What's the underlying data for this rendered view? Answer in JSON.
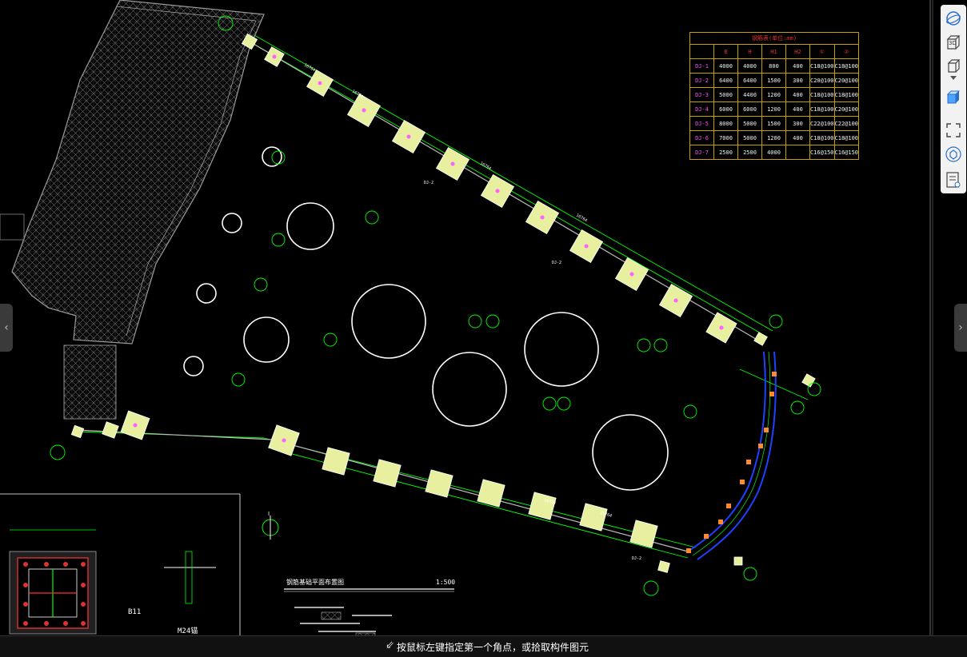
{
  "status": {
    "prompt_text": "按鼠标左键指定第一个角点，或拾取构件图元"
  },
  "toolbar": {
    "items": [
      {
        "name": "orbit-icon"
      },
      {
        "name": "3d-view-icon",
        "label": "3D"
      },
      {
        "name": "box-view-icon"
      },
      {
        "name": "view-cube-icon"
      },
      {
        "name": "zoom-extents-icon"
      },
      {
        "name": "selection-icon"
      },
      {
        "name": "properties-icon"
      }
    ]
  },
  "drawing": {
    "table_title": "钢筋表(单位:mm)",
    "table_headers": [
      "",
      "B",
      "H",
      "H1",
      "H2",
      "①",
      "②"
    ],
    "table_rows": [
      [
        "DJ-1",
        "4000",
        "4000",
        "800",
        "400",
        "C18@100",
        "C18@100"
      ],
      [
        "DJ-2",
        "6400",
        "6400",
        "1500",
        "300",
        "C20@100",
        "C20@100"
      ],
      [
        "DJ-3",
        "5000",
        "4400",
        "1200",
        "400",
        "C18@100",
        "C18@100"
      ],
      [
        "DJ-4",
        "6000",
        "6000",
        "1200",
        "400",
        "C18@100",
        "C20@100"
      ],
      [
        "DJ-5",
        "8000",
        "5000",
        "1500",
        "300",
        "C22@100",
        "C22@100"
      ],
      [
        "DJ-6",
        "7000",
        "5000",
        "1200",
        "400",
        "C18@100",
        "C18@100"
      ],
      [
        "DJ-7",
        "2500",
        "2500",
        "4000",
        "",
        "C16@150",
        "C16@150"
      ]
    ],
    "plan_title": "钢筋基础平面布置图",
    "plan_scale": "1:500",
    "detail_label_left": "B11",
    "detail_label_right": "M24锚",
    "north_marker": "Ⅰ",
    "dim_text": "16764",
    "footing_tag": "DJ-2"
  },
  "colors": {
    "background": "#000000",
    "footing_fill": "#e8f0a0",
    "dimension": "#00ff00",
    "table_border": "#c8a000",
    "blue_wall": "#2040ff"
  }
}
